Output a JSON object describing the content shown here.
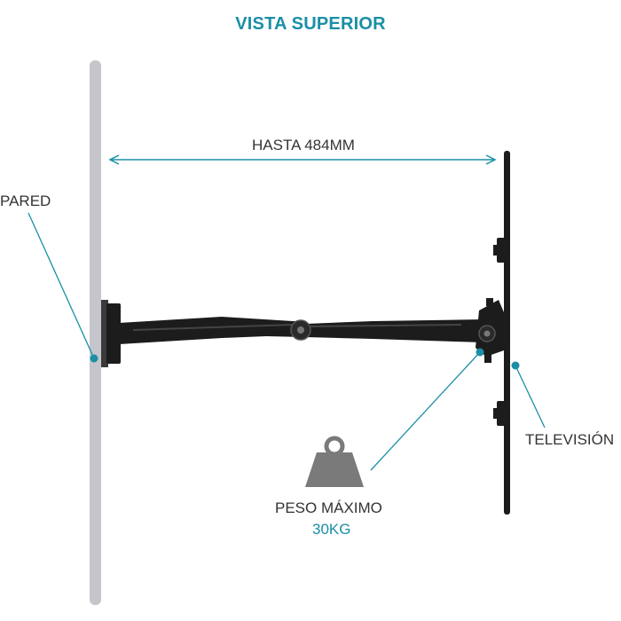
{
  "title": "VISTA SUPERIOR",
  "distance_label": "HASTA 484MM",
  "wall_label": "PARED",
  "tv_label": "TELEVISIÓN",
  "max_weight_label": "PESO MÁXIMO",
  "max_weight_value": "30KG",
  "icons": [
    "weight-icon"
  ],
  "colors": {
    "accent": "#1a8fa6",
    "wall": "#c5c5cc",
    "mount": "#1c1c1c",
    "text": "#333333",
    "weight": "#7a7a7a"
  }
}
